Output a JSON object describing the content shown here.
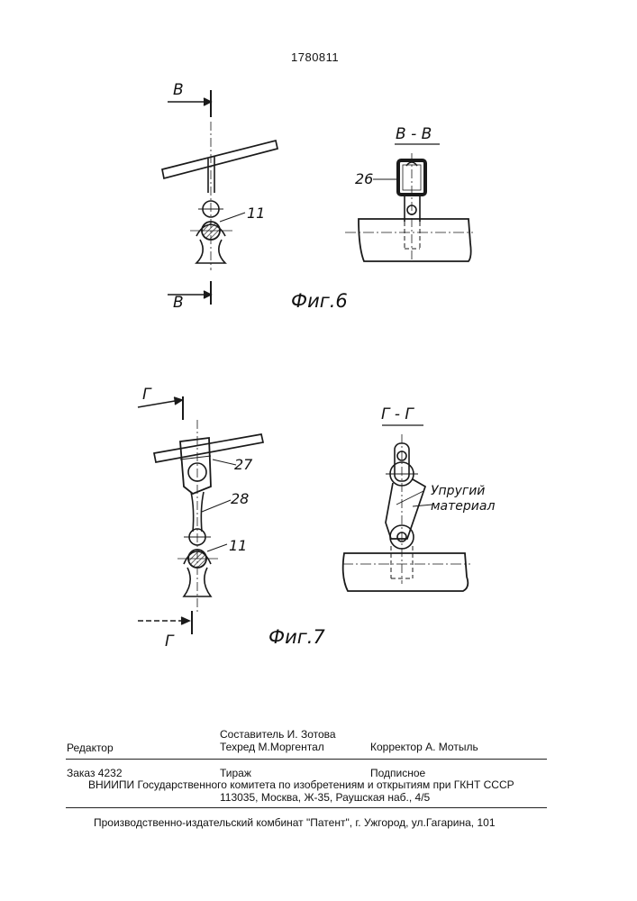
{
  "header": {
    "patent_number": "1780811"
  },
  "fig6": {
    "section_mark_top": "В",
    "section_mark_bottom": "В",
    "label_11": "11",
    "section_title": "В - В",
    "label_26": "26",
    "caption": "Фиг.6"
  },
  "fig7": {
    "section_mark_top": "Г",
    "section_mark_bottom": "Г",
    "label_27": "27",
    "label_28": "28",
    "label_11": "11",
    "section_title": "Г - Г",
    "elastic_line1": "Упругий",
    "elastic_line2": "материал",
    "caption": "Фиг.7"
  },
  "colophon": {
    "compiler": "Составитель  И. Зотова",
    "editor": "Редактор",
    "tech_editor": "Техред М.Моргентал",
    "corrector": "Корректор  А. Мотыль",
    "order": "Заказ  4232",
    "print_run": "Тираж",
    "subscription": "Подписное",
    "vniipi": "ВНИИПИ Государственного комитета по изобретениям и открытиям при ГКНТ СССР",
    "address": "113035, Москва, Ж-35, Раушская наб., 4/5",
    "publisher": "Производственно-издательский комбинат \"Патент\", г. Ужгород, ул.Гагарина, 101"
  }
}
